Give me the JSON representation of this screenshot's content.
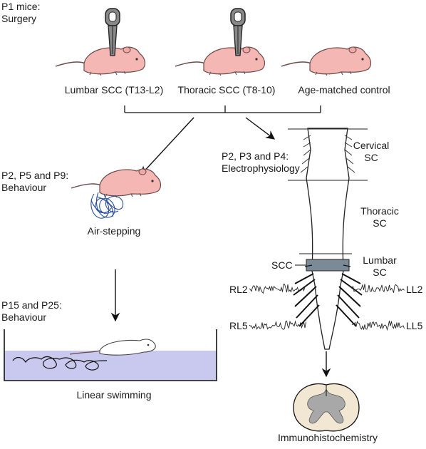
{
  "surgery": {
    "heading_line1": "P1 mice:",
    "heading_line2": "Surgery",
    "groups": [
      "Lumbar SCC (T13-L2)",
      "Thoracic SCC (T8-10)",
      "Age-matched control"
    ]
  },
  "behaviour_early": {
    "line1": "P2, P5 and P9:",
    "line2": "Behaviour",
    "test": "Air-stepping"
  },
  "behaviour_late": {
    "line1": "P15 and P25:",
    "line2": "Behaviour",
    "test": "Linear swimming"
  },
  "electrophysiology": {
    "line1": "P2, P3 and P4:",
    "line2": "Electrophysiology"
  },
  "spinal_cord": {
    "cervical_line1": "Cervical",
    "cervical_line2": "SC",
    "thoracic_line1": "Thoracic",
    "thoracic_line2": "SC",
    "lumbar_line1": "Lumbar",
    "lumbar_line2": "SC",
    "scc": "SCC"
  },
  "recordings": {
    "rl2": "RL2",
    "ll2": "LL2",
    "rl5": "RL5",
    "ll5": "LL5"
  },
  "histology": {
    "label": "Immunohistochemistry"
  },
  "colors": {
    "pup_fill": "#f4b7b3",
    "pup_outline": "#6b4a4a",
    "water": "#c9c9f0",
    "lumbar_block": "#7a8a96",
    "trajectory": "#2b4f9e",
    "grey_matter": "#a8a8a8",
    "white_matter": "#f1e7d2"
  }
}
